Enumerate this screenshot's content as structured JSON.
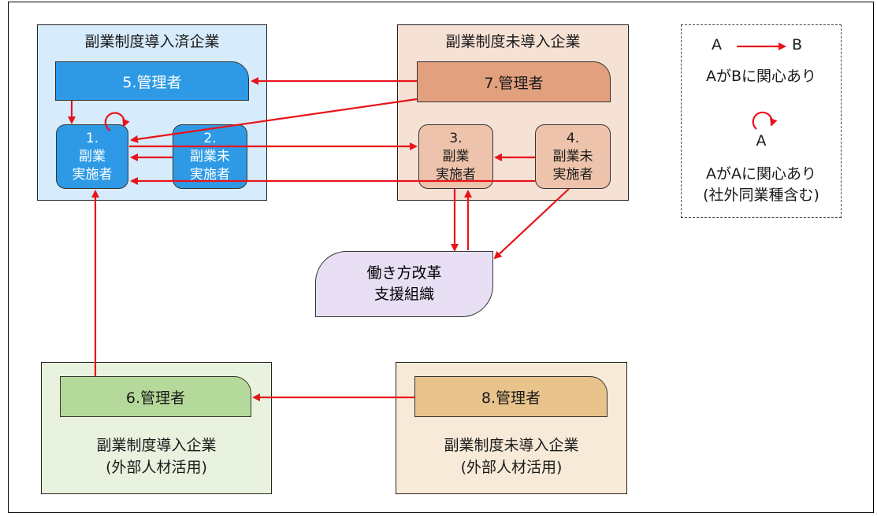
{
  "groups": {
    "implemented": {
      "title": "副業制度導入済企業",
      "fill": "#d6ebfb"
    },
    "not_implemented": {
      "title": "副業制度未導入企業",
      "fill": "#f6e1d5"
    },
    "implemented_external": {
      "line1": "副業制度導入企業",
      "line2": "(外部人材活用)",
      "fill": "#e8f2de"
    },
    "not_implemented_external": {
      "line1": "副業制度未導入企業",
      "line2": "(外部人材活用)",
      "fill": "#f8ead8"
    }
  },
  "nodes": {
    "manager5": {
      "label": "5.管理者",
      "fill": "#2e9ae6",
      "text_color": "#ffffff"
    },
    "worker1": {
      "num": "1.",
      "line1": "副業",
      "line2": "実施者",
      "fill": "#2e9ae6",
      "text_color": "#ffffff"
    },
    "worker2": {
      "num": "2.",
      "line1": "副業未",
      "line2": "実施者",
      "fill": "#2e9ae6",
      "text_color": "#ffffff"
    },
    "manager7": {
      "label": "7.管理者",
      "fill": "#e2a07e",
      "text_color": "#1a1a1a"
    },
    "worker3": {
      "num": "3.",
      "line1": "副業",
      "line2": "実施者",
      "fill": "#eec3ab",
      "text_color": "#1a1a1a"
    },
    "worker4": {
      "num": "4.",
      "line1": "副業未",
      "line2": "実施者",
      "fill": "#eec3ab",
      "text_color": "#1a1a1a"
    },
    "support": {
      "line1": "働き方改革",
      "line2": "支援組織"
    },
    "manager6": {
      "label": "6.管理者",
      "fill": "#b5d99a",
      "text_color": "#1a1a1a"
    },
    "manager8": {
      "label": "8.管理者",
      "fill": "#e9c38c",
      "text_color": "#1a1a1a"
    }
  },
  "legend": {
    "a_label": "A",
    "b_label": "B",
    "arrow_desc": "AがBに関心あり",
    "self_label": "A",
    "self_desc_line1": "AがAに関心あり",
    "self_desc_line2": "(社外同業種含む)"
  },
  "arrow_color": "#e8141b"
}
